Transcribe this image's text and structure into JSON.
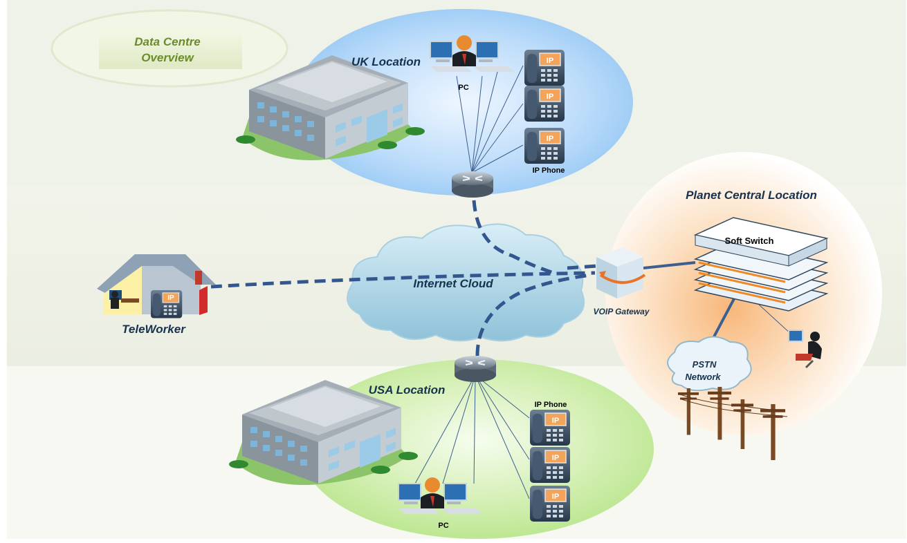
{
  "title": {
    "line1": "Data Centre",
    "line2": "Overview"
  },
  "locations": {
    "uk": "UK Location",
    "usa": "USA Location",
    "central": "Planet Central Location"
  },
  "labels": {
    "internet_cloud": "Internet Cloud",
    "teleworker": "TeleWorker",
    "voip_gateway": "VOIP Gateway",
    "soft_switch": "Soft Switch",
    "pstn_line1": "PSTN",
    "pstn_line2": "Network",
    "uk_pc": "PC",
    "usa_pc": "PC",
    "uk_ip_phone": "IP Phone",
    "usa_ip_phone": "IP Phone",
    "phone_badge": "IP"
  },
  "colors": {
    "uk_zone": "#8ec3f3",
    "usa_zone": "#b7e58a",
    "central_zone": "#f8b77a",
    "title_text": "#6b8c2a",
    "link_dashed": "#34568f",
    "link_thin": "#3d5f8f"
  },
  "icons": {
    "building": "office-building-icon",
    "router": "router-icon",
    "phone": "ip-phone-icon",
    "workstation": "pc-user-icon",
    "cloud": "cloud-icon",
    "gateway": "voip-gateway-icon",
    "switch": "soft-switch-icon",
    "house": "teleworker-house-icon",
    "pole": "telephone-pole-icon"
  }
}
